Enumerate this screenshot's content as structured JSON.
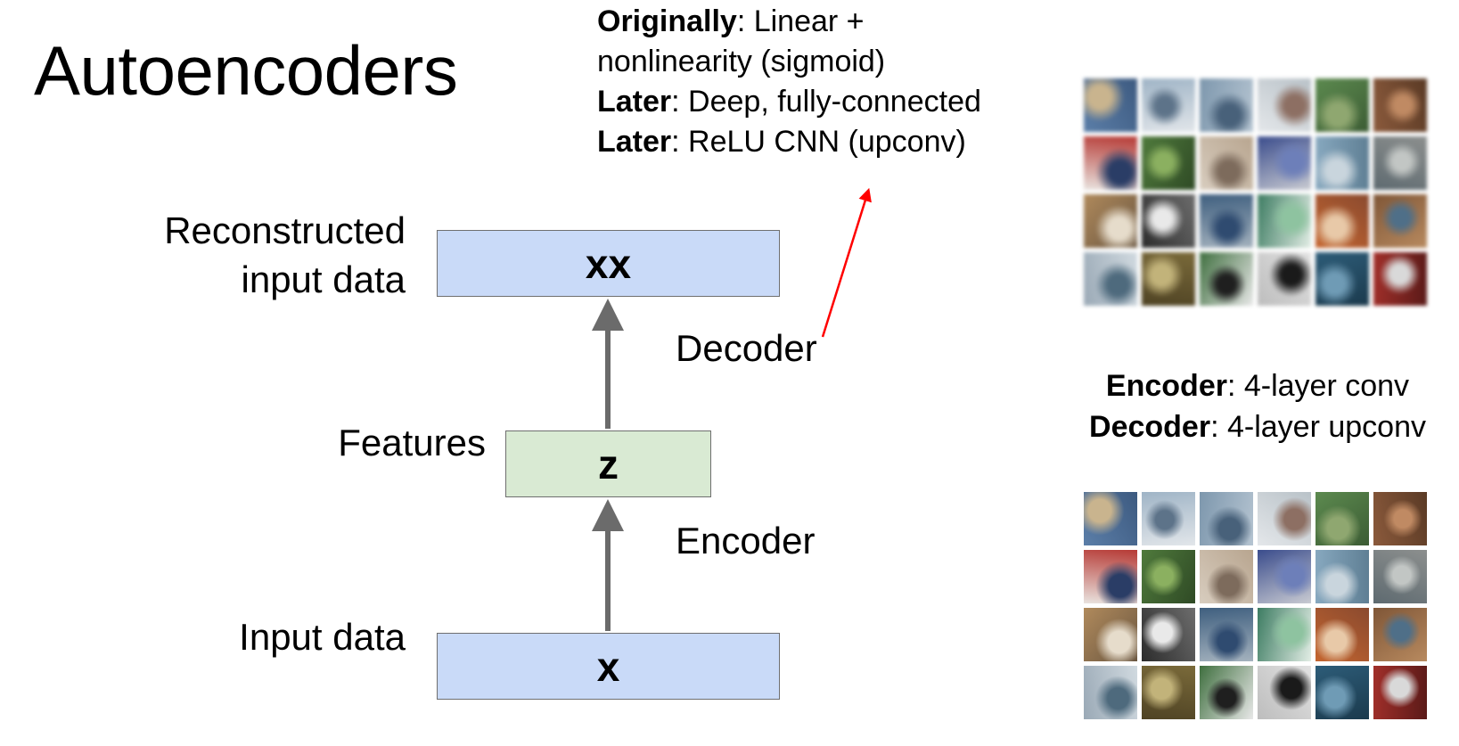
{
  "title": "Autoencoders",
  "notes": [
    {
      "bold": "Originally",
      "rest": ": Linear +"
    },
    {
      "bold": "",
      "rest": "nonlinearity (sigmoid)"
    },
    {
      "bold": "Later",
      "rest": ": Deep, fully-connected"
    },
    {
      "bold": "Later",
      "rest": ": ReLU CNN (upconv)"
    }
  ],
  "diagram": {
    "reconstructed_label_1": "Reconstructed",
    "reconstructed_label_2": "input data",
    "reconstructed_box": "xx",
    "features_label": "Features",
    "features_box": "z",
    "input_label": "Input data",
    "input_box": "x",
    "decoder_label": "Decoder",
    "encoder_label": "Encoder"
  },
  "caption": {
    "encoder_bold": "Encoder",
    "encoder_rest": ": 4-layer conv",
    "decoder_bold": "Decoder",
    "decoder_rest": ": 4-layer upconv"
  },
  "colors": {
    "box_blue": "#c9daf8",
    "box_green": "#d9ead3",
    "arrow_gray": "#6b6b6b",
    "pointer_red": "#ff0000"
  },
  "image_grids": {
    "reconstructed_images": "4x6 grid of blurry reconstructed CIFAR-10 images",
    "original_images": "4x6 grid of original CIFAR-10 images"
  }
}
